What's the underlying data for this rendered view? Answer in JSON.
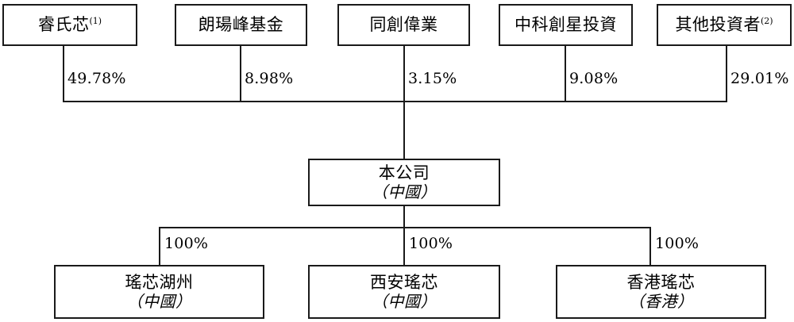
{
  "diagram": {
    "title": "Shareholding and group structure chart",
    "colors": {
      "line": "#1a1a1a",
      "box_border": "#1a1a1a",
      "box_fill": "#ffffff",
      "text": "#000000",
      "background": "#ffffff"
    },
    "shareholders": [
      {
        "name": "睿氏芯",
        "footnote": "(1)",
        "percent": "49.78%"
      },
      {
        "name": "朗瑒峰基金",
        "footnote": "",
        "percent": "8.98%"
      },
      {
        "name": "同創偉業",
        "footnote": "",
        "percent": "3.15%"
      },
      {
        "name": "中科創星投資",
        "footnote": "",
        "percent": "9.08%"
      },
      {
        "name": "其他投資者",
        "footnote": "(2)",
        "percent": "29.01%"
      }
    ],
    "company": {
      "name": "本公司",
      "region": "（中國）"
    },
    "subsidiaries": [
      {
        "name": "瑤芯湖州",
        "region": "（中國）",
        "percent": "100%"
      },
      {
        "name": "西安瑤芯",
        "region": "（中國）",
        "percent": "100%"
      },
      {
        "name": "香港瑤芯",
        "region": "（香港）",
        "percent": "100%"
      }
    ]
  }
}
